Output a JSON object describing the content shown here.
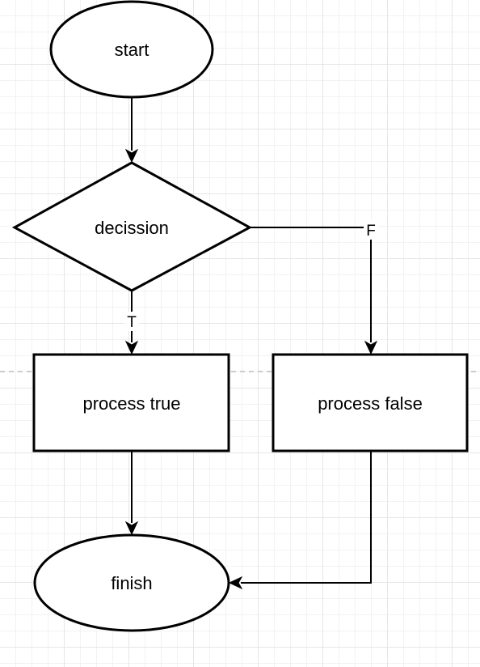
{
  "diagram": {
    "nodes": {
      "start": {
        "label": "start"
      },
      "decision": {
        "label": "decission"
      },
      "process_true": {
        "label": "process true"
      },
      "process_false": {
        "label": "process false"
      },
      "finish": {
        "label": "finish"
      }
    },
    "edges": {
      "decision_true": {
        "label": "T"
      },
      "decision_false": {
        "label": "F"
      }
    }
  }
}
